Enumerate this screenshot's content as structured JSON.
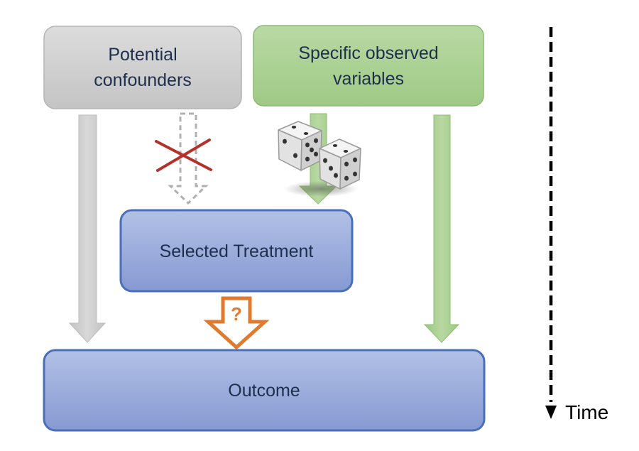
{
  "boxes": {
    "confounders": {
      "line1": "Potential",
      "line2": "confounders"
    },
    "observed": {
      "line1": "Specific observed",
      "line2": "variables"
    },
    "treatment": {
      "label": "Selected Treatment"
    },
    "outcome": {
      "label": "Outcome"
    }
  },
  "uncertain_effect_marker": "?",
  "time_axis": {
    "label": "Time"
  },
  "colors": {
    "gray_box": "#cfcfcf",
    "green_box": "#a9cf8f",
    "blue_box": "#8fa3d6",
    "blue_border": "#4a6fb9",
    "orange": "#e07a2e",
    "red_cross": "#b5322a"
  },
  "icons": [
    "dice-icon",
    "cross-icon",
    "question-arrow-icon",
    "time-arrow-icon"
  ]
}
